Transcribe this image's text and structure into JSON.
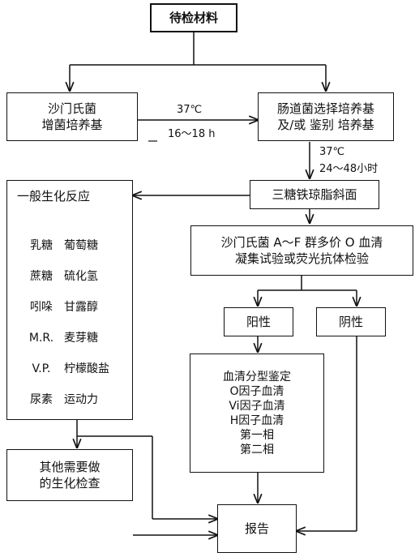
{
  "nodes": {
    "start": "待检材料",
    "enrich": [
      "沙门氏菌",
      "增菌培养基"
    ],
    "selective": [
      "肠道菌选择培养基",
      "及/或 鉴别 培养基"
    ],
    "tsi": "三糖铁琼脂斜面",
    "serology": [
      "沙门氏菌 A～F 群多价 O 血清",
      "凝集试验或荧光抗体检验"
    ],
    "positive": "阳性",
    "negative": "阴性",
    "serotype": [
      "血清分型鉴定",
      "O因子血清",
      "Vi因子血清",
      "H因子血清",
      "第一相",
      "第二相"
    ],
    "biochem_title": "一般生化反应",
    "biochem_items": [
      [
        "乳糖",
        "葡萄糖"
      ],
      [
        "蔗糖",
        "硫化氢"
      ],
      [
        "吲哚",
        "甘露醇"
      ],
      [
        "M.R.",
        "麦芽糖"
      ],
      [
        "V.P.",
        "柠檬酸盐"
      ],
      [
        "尿素",
        "运动力"
      ]
    ],
    "other": [
      "其他需要做",
      "的生化检查"
    ],
    "report": "报告"
  },
  "edge_labels": {
    "incubation_1_temp": "37℃",
    "incubation_1_time": "16～18 h",
    "incubation_2_temp": "37℃",
    "incubation_2_time": "24～48小时"
  }
}
